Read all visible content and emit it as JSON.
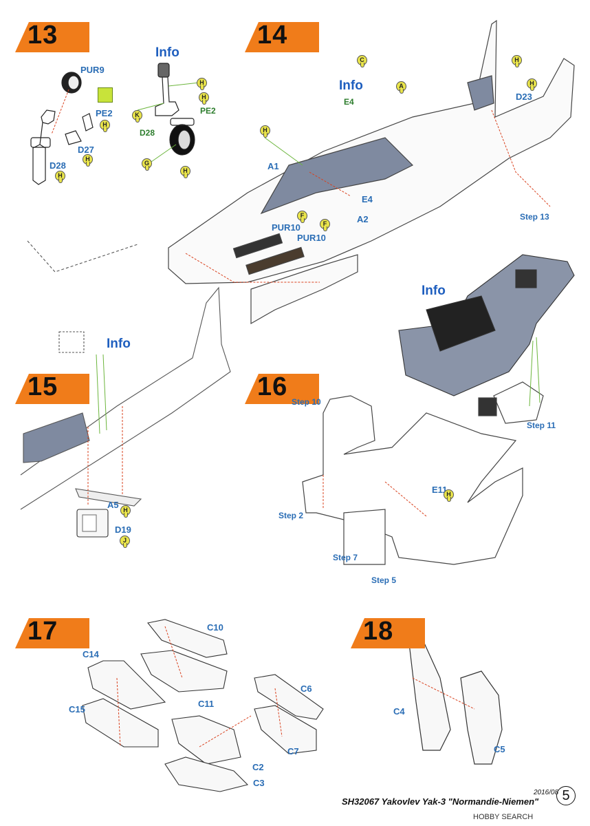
{
  "steps": [
    {
      "number": "13"
    },
    {
      "number": "14"
    },
    {
      "number": "15"
    },
    {
      "number": "16"
    },
    {
      "number": "17"
    },
    {
      "number": "18"
    }
  ],
  "info_label": "Info",
  "step13": {
    "parts": [
      "PUR9",
      "PE2",
      "D27",
      "D28",
      "PE2",
      "D28"
    ],
    "paints": [
      "H",
      "H",
      "H",
      "H",
      "H",
      "K",
      "G",
      "H"
    ]
  },
  "step14": {
    "parts": [
      "E4",
      "D23",
      "A1",
      "E4",
      "A2",
      "PUR10",
      "PUR10"
    ],
    "paints": [
      "C",
      "A",
      "H",
      "H",
      "H",
      "F",
      "F"
    ],
    "ref": "Step 13"
  },
  "step15": {
    "parts": [
      "A5",
      "D19"
    ],
    "paints": [
      "H",
      "J"
    ]
  },
  "step16": {
    "parts": [
      "E11"
    ],
    "paints": [
      "H"
    ],
    "refs": [
      "Step 10",
      "Step 11",
      "Step 2",
      "Step 7",
      "Step 5"
    ]
  },
  "step17": {
    "parts": [
      "C10",
      "C14",
      "C11",
      "C15",
      "C6",
      "C7",
      "C2",
      "C3"
    ]
  },
  "step18": {
    "parts": [
      "C4",
      "C5"
    ]
  },
  "footer": {
    "title": "SH32067  Yakovlev Yak-3 \"Normandie-Niemen\"",
    "date": "2016/08",
    "page": "5",
    "watermark": "HOBBY SEARCH"
  },
  "colors": {
    "badge": "#f07c1a",
    "part_label": "#2a6db5",
    "green_label": "#2d7d2d",
    "paint_dot": "#e9e44a",
    "arrow": "#d9411e",
    "cockpit_fill": "#7f8aa0"
  }
}
